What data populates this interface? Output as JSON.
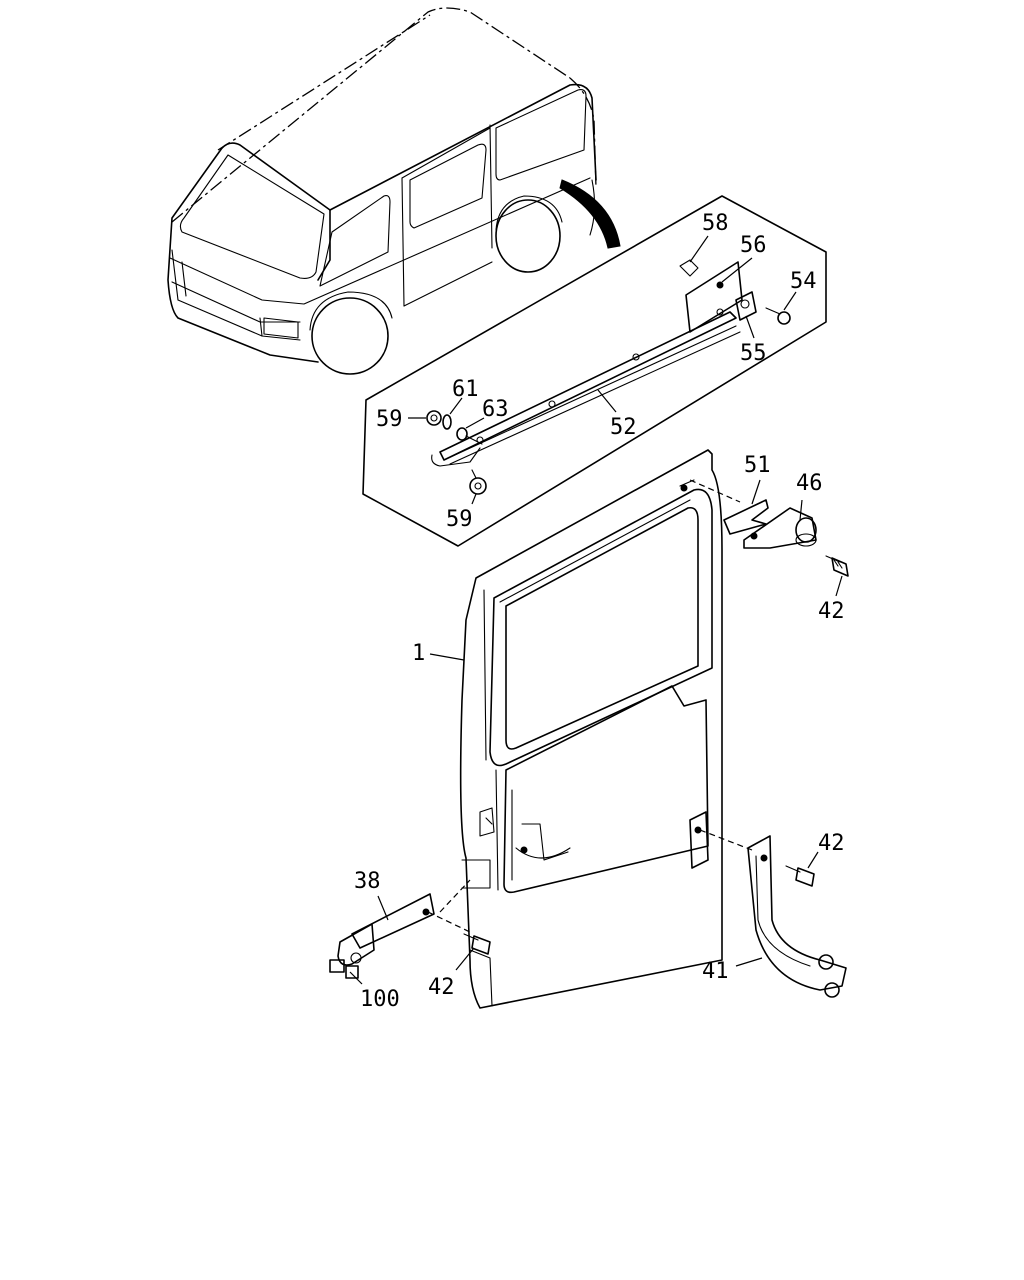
{
  "diagram": {
    "labels": [
      {
        "id": "58",
        "text": "58"
      },
      {
        "id": "56",
        "text": "56"
      },
      {
        "id": "54",
        "text": "54"
      },
      {
        "id": "55",
        "text": "55"
      },
      {
        "id": "52",
        "text": "52"
      },
      {
        "id": "61",
        "text": "61"
      },
      {
        "id": "63",
        "text": "63"
      },
      {
        "id": "59a",
        "text": "59"
      },
      {
        "id": "59b",
        "text": "59"
      },
      {
        "id": "51",
        "text": "51"
      },
      {
        "id": "46",
        "text": "46"
      },
      {
        "id": "42a",
        "text": "42"
      },
      {
        "id": "1",
        "text": "1"
      },
      {
        "id": "42b",
        "text": "42"
      },
      {
        "id": "38",
        "text": "38"
      },
      {
        "id": "42c",
        "text": "42"
      },
      {
        "id": "100",
        "text": "100"
      },
      {
        "id": "41",
        "text": "41"
      }
    ]
  }
}
